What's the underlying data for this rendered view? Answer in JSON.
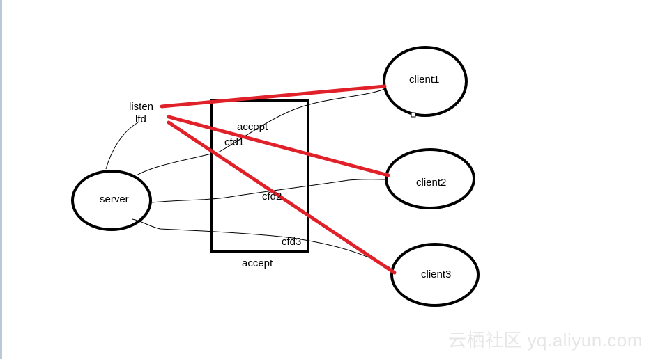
{
  "nodes": {
    "server": "server",
    "client1": "client1",
    "client2": "client2",
    "client3": "client3"
  },
  "labels": {
    "listen": "listen",
    "lfd": "lfd",
    "accept_top": "accept",
    "accept_bottom": "accept",
    "cfd1": "cfd1",
    "cfd2": "cfd2",
    "cfd3": "cfd3"
  },
  "colors": {
    "connection": "#e0212a",
    "outline": "#000000"
  },
  "watermark": "云栖社区 yq.aliyun.com"
}
